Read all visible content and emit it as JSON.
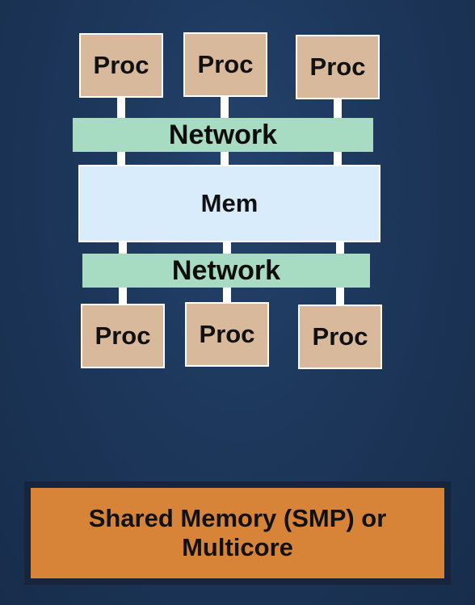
{
  "diagram": {
    "top_processors": [
      "Proc",
      "Proc",
      "Proc"
    ],
    "bottom_processors": [
      "Proc",
      "Proc",
      "Proc"
    ],
    "network_top_label": "Network",
    "network_bottom_label": "Network",
    "memory_label": "Mem"
  },
  "caption": {
    "text": "Shared Memory (SMP) or Multicore"
  },
  "colors": {
    "background": "#1f3a60",
    "processor": "#d9b99b",
    "network": "#a7dcc3",
    "memory": "#d8ecfb",
    "caption": "#d78439"
  }
}
